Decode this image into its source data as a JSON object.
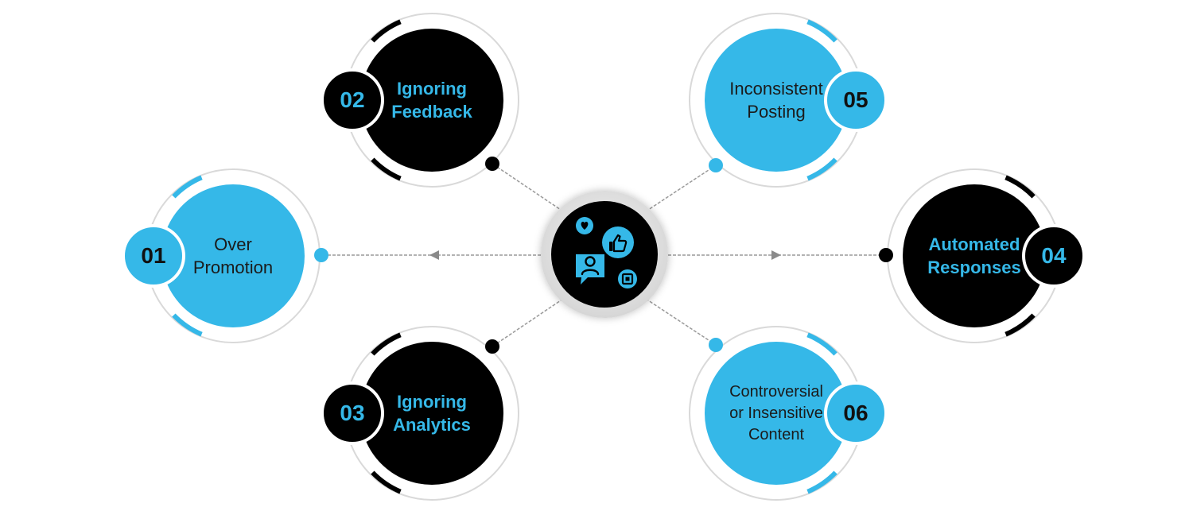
{
  "hub": {
    "icon": "social-media-engagement-icon"
  },
  "nodes": [
    {
      "id": "01",
      "number": "01",
      "label": "Over\nPromotion",
      "style": "blue"
    },
    {
      "id": "02",
      "number": "02",
      "label": "Ignoring\nFeedback",
      "style": "black"
    },
    {
      "id": "03",
      "number": "03",
      "label": "Ignoring\nAnalytics",
      "style": "black"
    },
    {
      "id": "04",
      "number": "04",
      "label": "Automated\nResponses",
      "style": "black"
    },
    {
      "id": "05",
      "number": "05",
      "label": "Inconsistent\nPosting",
      "style": "blue"
    },
    {
      "id": "06",
      "number": "06",
      "label": "Controversial\nor Insensitive\nContent",
      "style": "blue"
    }
  ],
  "colors": {
    "accent": "#35b8e8",
    "dark": "#000000",
    "ring": "#d9d9d9",
    "connector": "#8a8a8a"
  }
}
